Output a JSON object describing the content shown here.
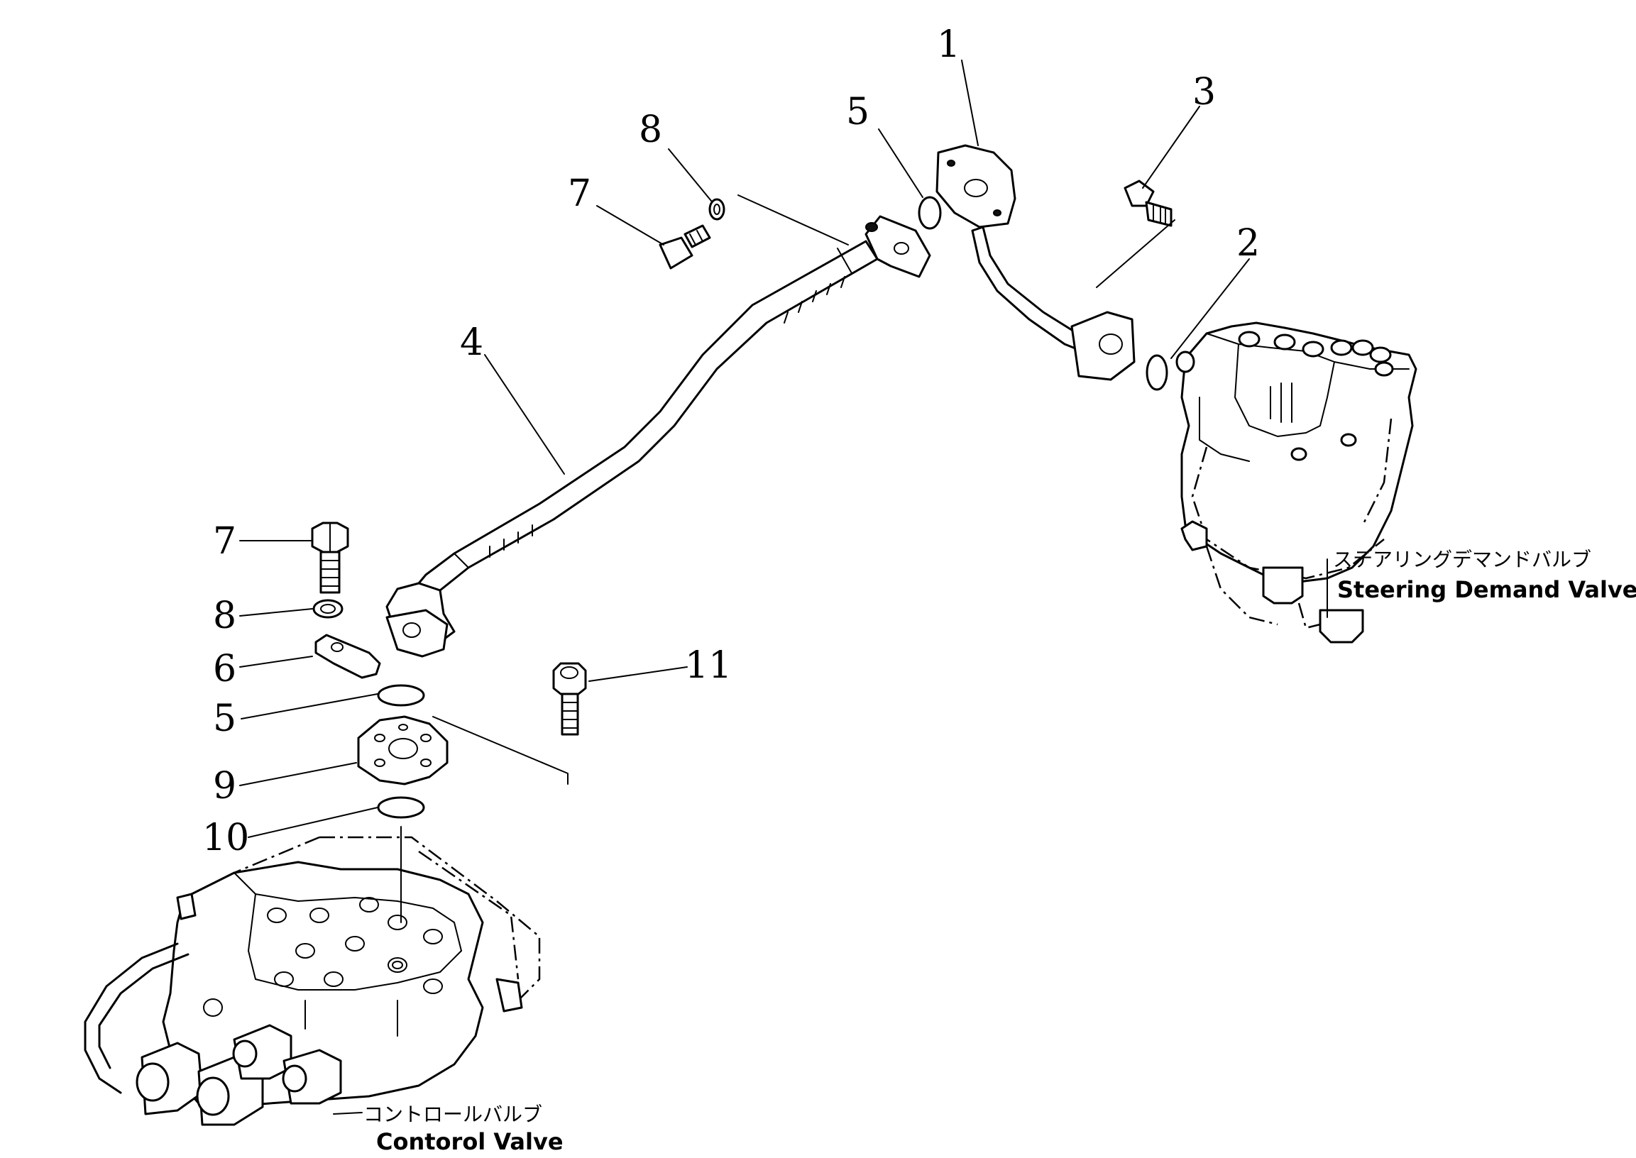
{
  "callouts": [
    "1",
    "2",
    "3",
    "4",
    "5",
    "5",
    "7",
    "7",
    "8",
    "8",
    "6",
    "9",
    "10",
    "11"
  ],
  "labels": {
    "steering_jp": "ステアリングデマンドバルブ",
    "steering_en": "Steering Demand Valve",
    "control_jp": "コントロールバルブ",
    "control_en": "Contorol Valve"
  }
}
